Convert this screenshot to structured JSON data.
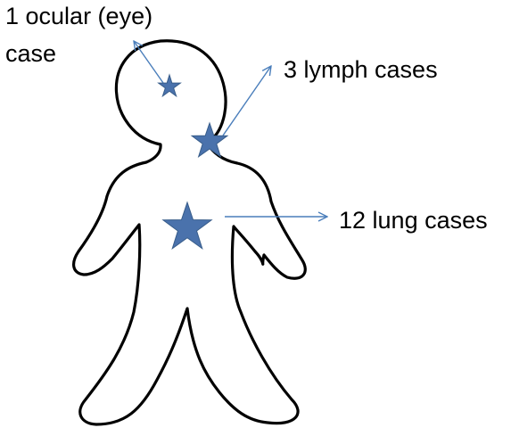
{
  "annotations": {
    "ocular_line1": "1 ocular (eye)",
    "ocular_line2": "case",
    "lymph": "3 lymph cases",
    "lung": "12 lung cases"
  },
  "colors": {
    "outline": "#000000",
    "star_fill": "#4a72ac",
    "star_stroke": "#385d8a",
    "arrow": "#4a7ebb",
    "background": "#ffffff"
  },
  "icons": {
    "eye_marker": "star-icon",
    "lymph_marker": "star-icon",
    "lung_marker": "star-icon"
  }
}
